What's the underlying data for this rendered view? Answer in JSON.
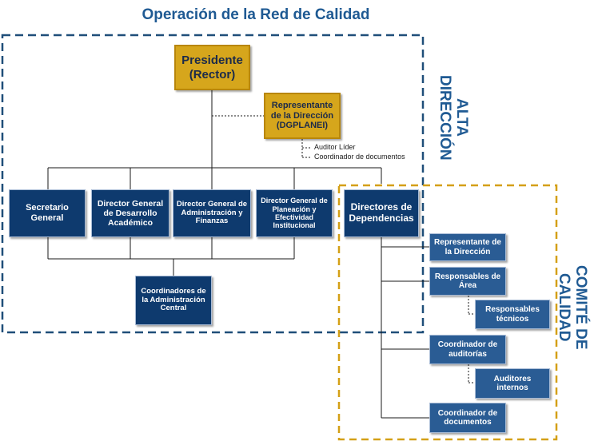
{
  "title": "Operación de la Red de Calidad",
  "group_labels": {
    "alta_direccion": "ALTA DIRECCIÓN",
    "comite_de_calidad": "COMITÉ DE CALIDAD"
  },
  "nodes": {
    "presidente": "Presidente (Rector)",
    "representante_direccion_top": "Representante de la Dirección (DGPLANEI)",
    "auditor_lider": "Auditor Líder",
    "coordinador_documentos_note": "Coordinador de documentos",
    "secretario_general": "Secretario General",
    "dg_desarrollo_academico": "Director General de Desarrollo Académico",
    "dg_administracion_finanzas": "Director General de Administración y Finanzas",
    "dg_planeacion": "Director General de Planeación y Efectividad Institucional",
    "directores_dependencias": "Directores de Dependencias",
    "coordinadores_admin_central": "Coordinadores de la Administración Central",
    "representante_direccion": "Representante de la Dirección",
    "responsables_area": "Responsables de Área",
    "responsables_tecnicos": "Responsables técnicos",
    "coordinador_auditorias": "Coordinador de auditorías",
    "auditores_internos": "Auditores internos",
    "coordinador_documentos": "Coordinador de documentos"
  },
  "colors": {
    "alta_direccion_border": "#1f4e79",
    "comite_border": "#d4a017",
    "navy_box": "#0e3a6e",
    "steel_box": "#2a5c94",
    "gold_box": "#d6a61c",
    "title": "#1f5a93"
  }
}
